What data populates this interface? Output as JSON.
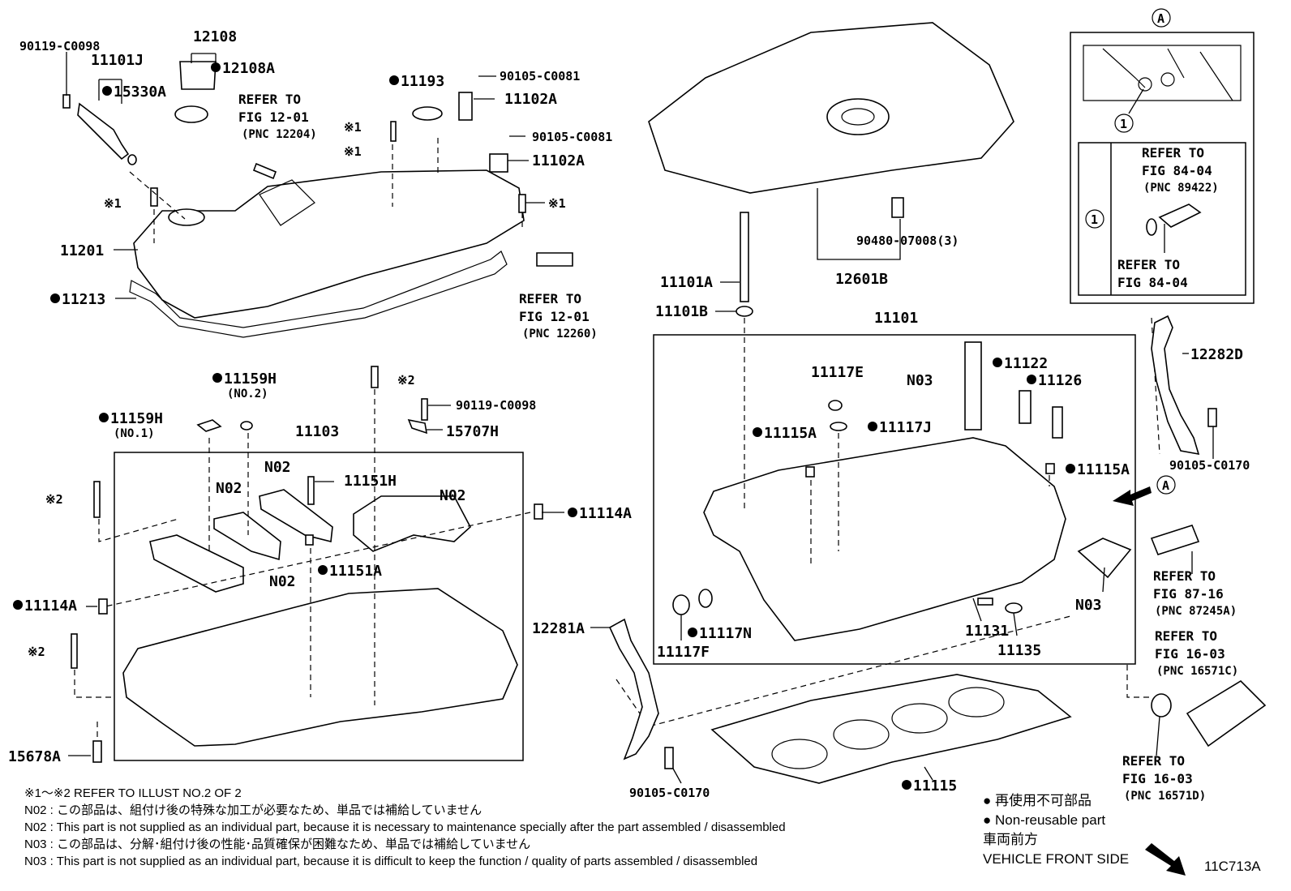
{
  "labels": {
    "p90119_top": "90119-C0098",
    "p11101J": "11101J",
    "p15330A": "15330A",
    "p12108": "12108",
    "p12108A": "12108A",
    "ref_12_01_a_1": "REFER TO",
    "ref_12_01_a_2": "FIG 12-01",
    "ref_12_01_a_3": "(PNC 12204)",
    "p11193": "11193",
    "p90105_a": "90105-C0081",
    "p11102A_a": "11102A",
    "mark1_a": "※1",
    "mark1_b": "※1",
    "p90105_b": "90105-C0081",
    "p11102A_b": "11102A",
    "mark1_c": "※1",
    "mark1_d": "※1",
    "p11201": "11201",
    "p11213": "11213",
    "ref_12_01_b_1": "REFER TO",
    "ref_12_01_b_2": "FIG 12-01",
    "ref_12_01_b_3": "(PNC 12260)",
    "p11159H_no2": "11159H",
    "no2": "(NO.2)",
    "mark2_a": "※2",
    "p11159H_no1": "11159H",
    "no1": "(NO.1)",
    "p11103": "11103",
    "p90119_mid": "90119-C0098",
    "p15707H": "15707H",
    "mark2_b": "※2",
    "n02_a": "N02",
    "n02_b": "N02",
    "p11151H": "11151H",
    "n02_c": "N02",
    "p11114A_r": "11114A",
    "n02_d": "N02",
    "p11151A": "11151A",
    "p11114A_l": "11114A",
    "mark2_c": "※2",
    "p15678A": "15678A",
    "p12281A": "12281A",
    "p90105_c0170_b": "90105-C0170",
    "p90480": "90480-07008(3)",
    "p11101A": "11101A",
    "p12601B": "12601B",
    "p11101B": "11101B",
    "p11101": "11101",
    "p11117E": "11117E",
    "n03_a": "N03",
    "p11122": "11122",
    "p11126": "11126",
    "p11115A_l": "11115A",
    "p11117J": "11117J",
    "p11115A_r": "11115A",
    "p11117N": "11117N",
    "p11117F": "11117F",
    "p11131": "11131",
    "p11135": "11135",
    "n03_b": "N03",
    "p11115": "11115",
    "p12282D": "12282D",
    "p90105_c0170_a": "90105-C0170",
    "circleA_top": "A",
    "circleA_mid": "A",
    "circle1_a": "1",
    "circle1_b": "1",
    "ref_84_04_a_1": "REFER TO",
    "ref_84_04_a_2": "FIG 84-04",
    "ref_84_04_a_3": "(PNC 89422)",
    "ref_84_04_b_1": "REFER TO",
    "ref_84_04_b_2": "FIG 84-04",
    "ref_87_16_1": "REFER TO",
    "ref_87_16_2": "FIG 87-16",
    "ref_87_16_3": "(PNC 87245A)",
    "ref_16_03_a_1": "REFER TO",
    "ref_16_03_a_2": "FIG 16-03",
    "ref_16_03_a_3": "(PNC 16571C)",
    "ref_16_03_b_1": "REFER TO",
    "ref_16_03_b_2": "FIG 16-03",
    "ref_16_03_b_3": "(PNC 16571D)"
  },
  "notes": {
    "line1": "※1～※2  REFER TO ILLUST NO.2 OF 2",
    "line2": "N02 : この部品は、組付け後の特殊な加工が必要なため、単品では補給していません",
    "line3": "N02 : This part is not supplied as an individual part, because it is necessary to maintenance specially after the part assembled / disassembled",
    "line4": "N03 : この部品は、分解･組付け後の性能･品質確保が困難なため、単品では補給していません",
    "line5": "N03 : This part is not supplied as an individual part, because it is difficult to keep the function / quality of parts  assembled / disassembled"
  },
  "legend": {
    "jp": "再使用不可部品",
    "en": "Non-reusable part",
    "front_jp": "車両前方",
    "front_en": "VEHICLE FRONT SIDE"
  },
  "illustration_code": "11C713A"
}
